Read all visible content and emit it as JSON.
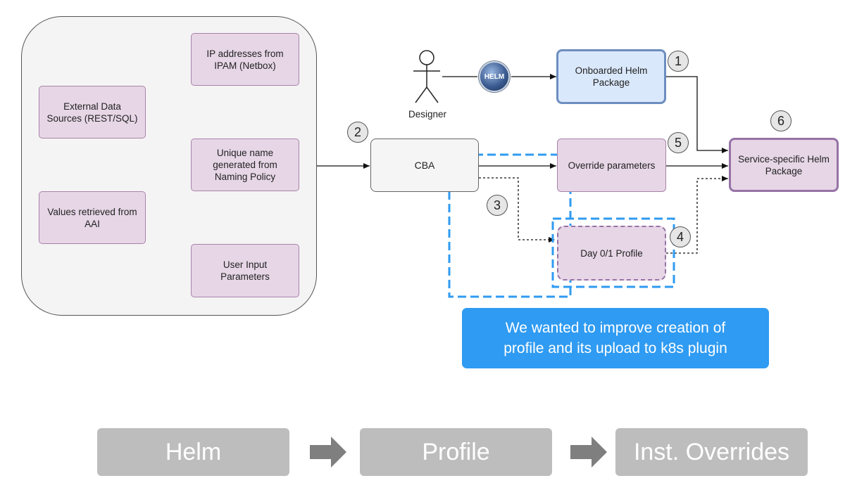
{
  "sources": {
    "ipam": "IP addresses from\nIPAM (Netbox)",
    "external": "External Data\nSources (REST/SQL)",
    "naming": "Unique name\ngenerated from\nNaming Policy",
    "aai": "Values retrieved from\nAAI",
    "user_input": "User Input\nParameters"
  },
  "actor": {
    "label": "Designer"
  },
  "helm_badge": "HELM",
  "nodes": {
    "onboarded": "Onboarded Helm\nPackage",
    "cba": "CBA",
    "override": "Override parameters",
    "day01": "Day 0/1 Profile",
    "service": "Service-specific Helm\nPackage"
  },
  "step_numbers": {
    "n1": "1",
    "n2": "2",
    "n3": "3",
    "n4": "4",
    "n5": "5",
    "n6": "6"
  },
  "callout": "We wanted to improve creation of\nprofile and its upload to k8s plugin",
  "pipeline": {
    "helm": "Helm",
    "profile": "Profile",
    "overrides": "Inst. Overrides"
  },
  "colors": {
    "highlight": "#2f9bf2",
    "pipeline_step": "#bdbdbd",
    "pipeline_arrow": "#7f7f7f"
  }
}
